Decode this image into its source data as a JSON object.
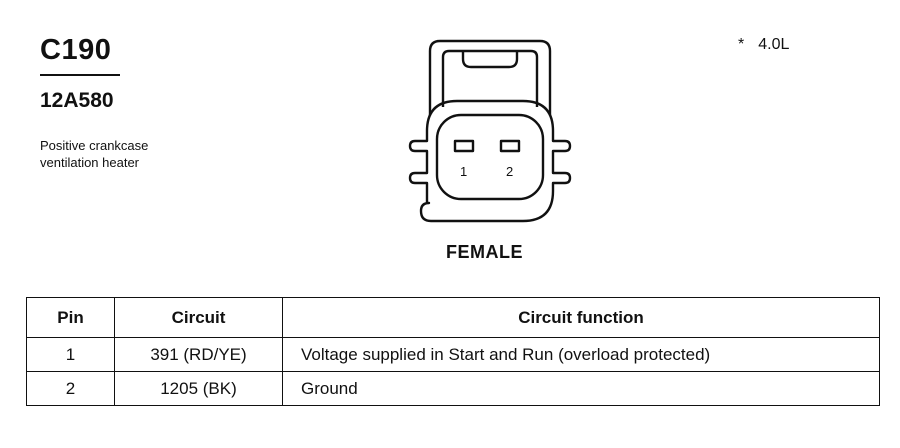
{
  "connector": {
    "id": "C190",
    "part_number": "12A580",
    "description_lines": [
      "Positive crankcase",
      "ventilation heater"
    ],
    "engine_note_symbol": "*",
    "engine_note": "4.0L"
  },
  "figure": {
    "pin_labels": [
      "1",
      "2"
    ],
    "gender": "FEMALE"
  },
  "table": {
    "headers": [
      "Pin",
      "Circuit",
      "Circuit function"
    ],
    "rows": [
      {
        "pin": "1",
        "circuit": "391 (RD/YE)",
        "function": "Voltage supplied in Start and Run (overload protected)"
      },
      {
        "pin": "2",
        "circuit": "1205 (BK)",
        "function": "Ground"
      }
    ]
  }
}
